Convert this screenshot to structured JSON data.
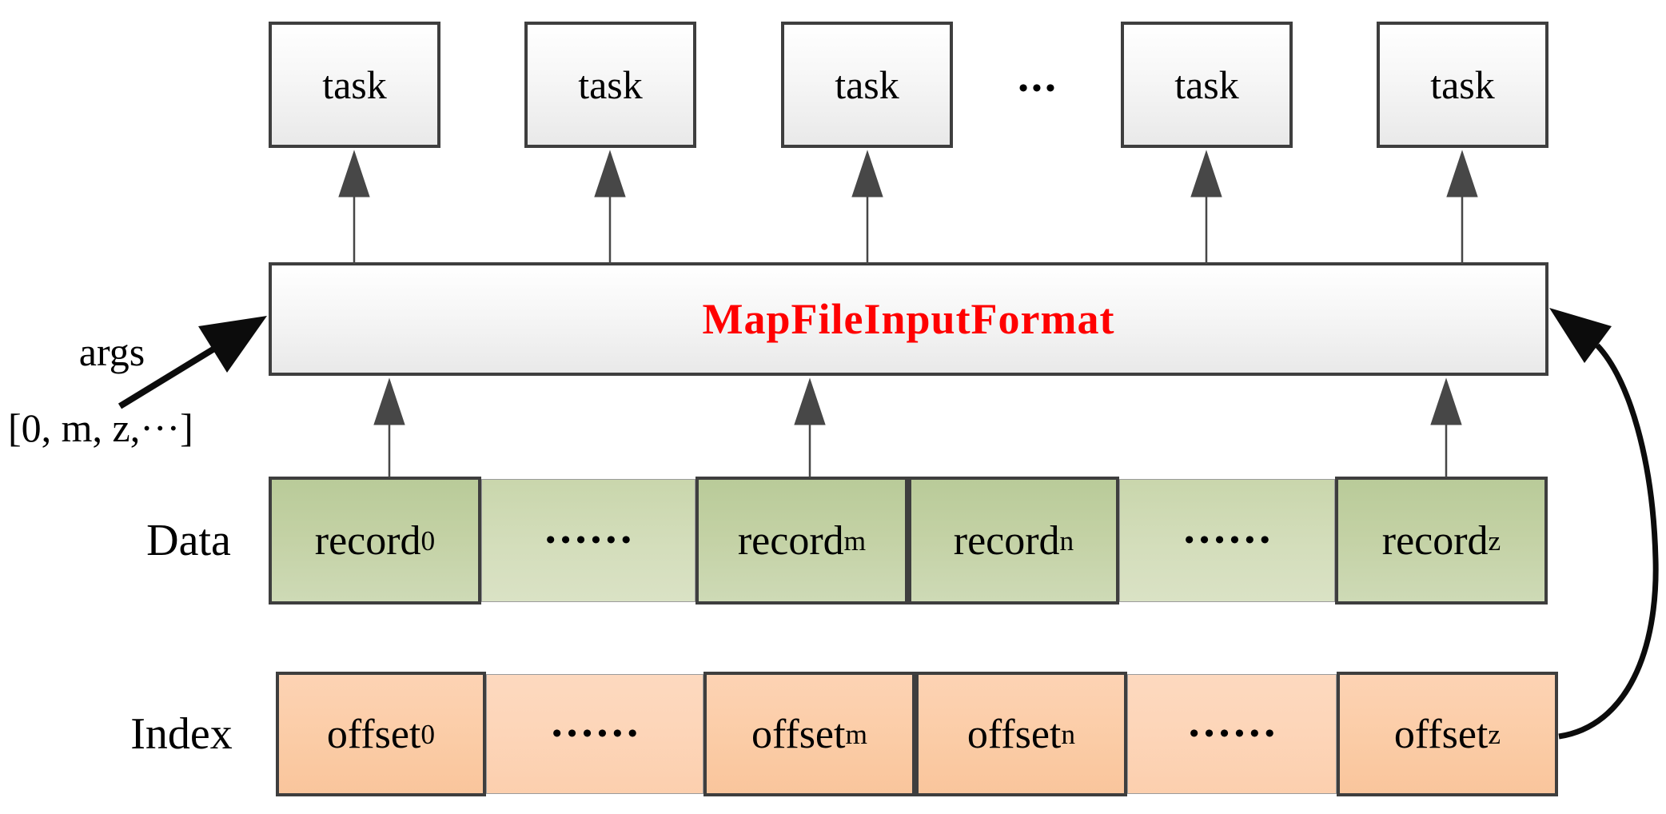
{
  "diagram": {
    "tasks": [
      {
        "label": "task"
      },
      {
        "label": "task"
      },
      {
        "label": "task"
      },
      {
        "label": "task"
      },
      {
        "label": "task"
      }
    ],
    "tasks_ellipsis": "•••",
    "bar": {
      "label": "MapFileInputFormat"
    },
    "args": {
      "label": "args",
      "value": "[0, m, z,···]"
    },
    "data_row": {
      "label": "Data",
      "cells": [
        {
          "base": "record",
          "sub": "0"
        },
        {
          "base": "••••••",
          "sub": ""
        },
        {
          "base": "record",
          "sub": "m"
        },
        {
          "base": "record",
          "sub": "n"
        },
        {
          "base": "••••••",
          "sub": ""
        },
        {
          "base": "record",
          "sub": "z"
        }
      ]
    },
    "index_row": {
      "label": "Index",
      "cells": [
        {
          "base": "offset",
          "sub": "0"
        },
        {
          "base": "••••••",
          "sub": ""
        },
        {
          "base": "offset",
          "sub": "m"
        },
        {
          "base": "offset",
          "sub": "n"
        },
        {
          "base": "••••••",
          "sub": ""
        },
        {
          "base": "offset",
          "sub": "z"
        }
      ]
    },
    "colors": {
      "accent_red": "#ff0000",
      "record_green": "#c3d1a4",
      "offset_orange": "#fbcca6",
      "box_border": "#3e3e3e",
      "arrow_gray": "#474747",
      "arrow_black": "#0c0c0c"
    }
  }
}
